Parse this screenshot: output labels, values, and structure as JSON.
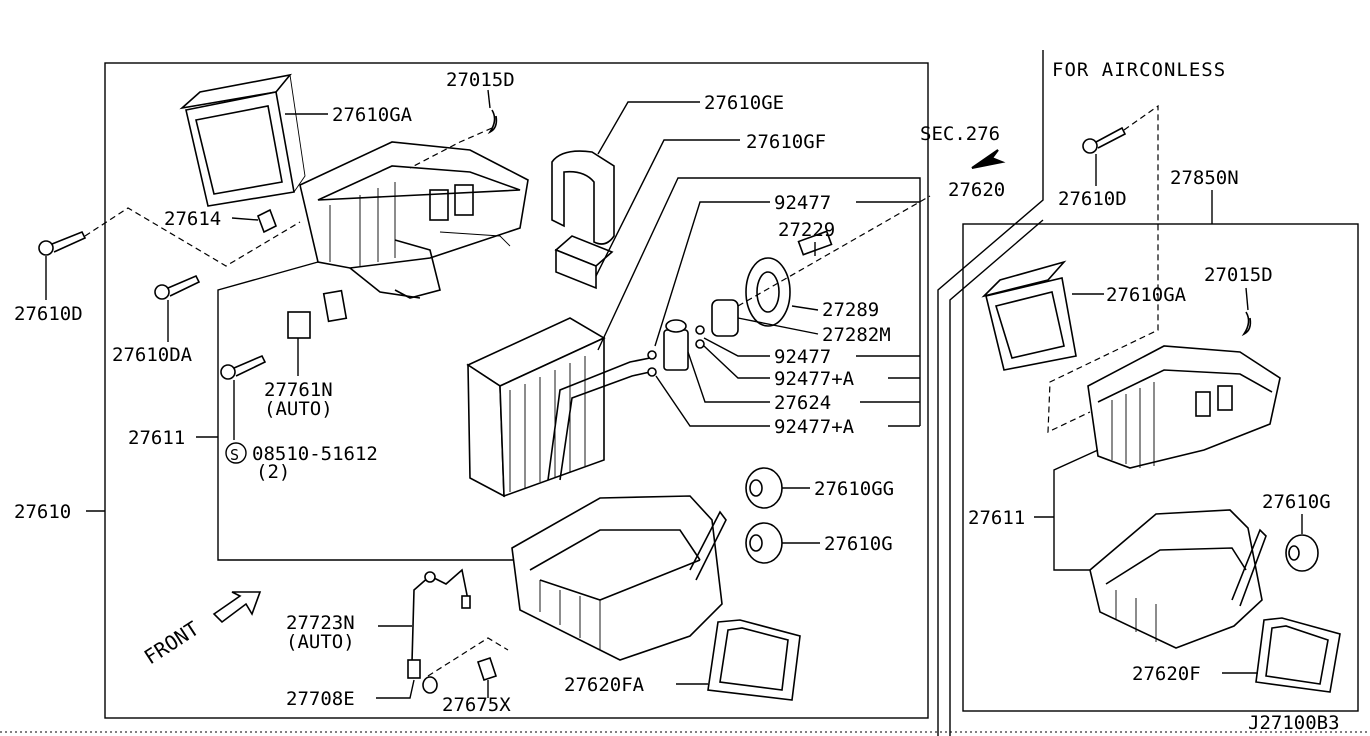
{
  "main": {
    "labels": {
      "l27015D": "27015D",
      "l27610GA": "27610GA",
      "l27610GE": "27610GE",
      "l27610GF": "27610GF",
      "lSEC276": "SEC.276",
      "l27620": "27620",
      "l92477a": "92477",
      "l27229": "27229",
      "l27289": "27289",
      "l27282M": "27282M",
      "l92477b": "92477",
      "l92477A1": "92477+A",
      "l27624": "27624",
      "l92477A2": "92477+A",
      "l27614": "27614",
      "l27610D": "27610D",
      "l27610DA": "27610DA",
      "l27761N": "27761N",
      "l27761N_auto": "(AUTO)",
      "l27611": "27611",
      "l08510": "08510-51612",
      "l08510_qty": "(2)",
      "l27610": "27610",
      "l27610GG": "27610GG",
      "l27610G": "27610G",
      "l27723N": "27723N",
      "l27723N_auto": "(AUTO)",
      "l27708E": "27708E",
      "l27675X": "27675X",
      "l27620FA": "27620FA",
      "front": "FRONT",
      "screw_symbol": "S"
    }
  },
  "airconless": {
    "header": "FOR AIRCONLESS",
    "labels": {
      "l27610D": "27610D",
      "l27850N": "27850N",
      "l27015D": "27015D",
      "l27610GA": "27610GA",
      "l27611": "27611",
      "l27610G": "27610G",
      "l27620F": "27620F"
    }
  },
  "footer": {
    "code": "J27100B3"
  }
}
